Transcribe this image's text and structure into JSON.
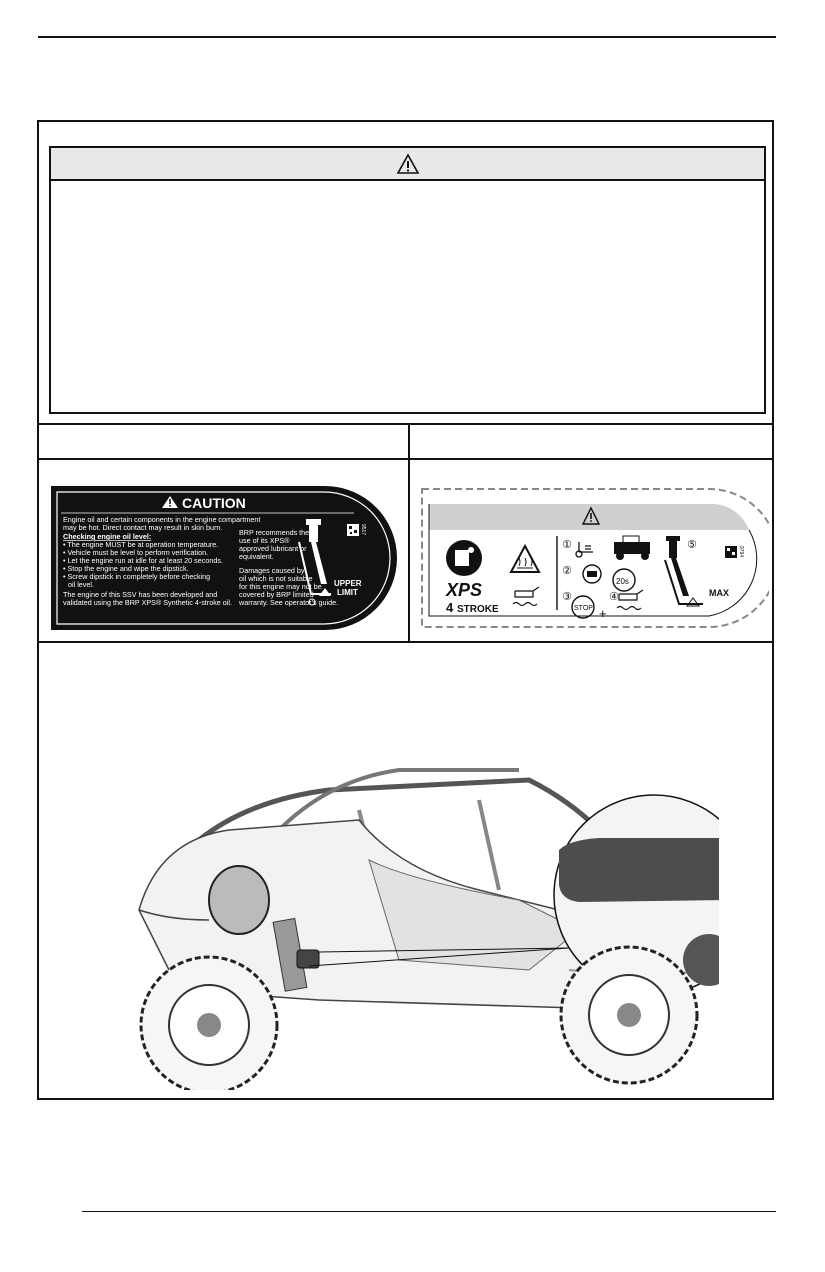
{
  "caution_decal": {
    "title": "CAUTION",
    "intro_1": "Engine oil and certain components in the engine compartment",
    "intro_2": "may be hot. Direct contact may result in skin burn.",
    "checking_heading": "Checking engine oil level:",
    "steps": [
      "• The engine MUST be at operation temperature.",
      "• Vehicle must be level to perform verification.",
      "• Let the engine run at idle for at least 20 seconds.",
      "• Stop the engine and wipe the dipstick.",
      "• Screw dipstick in completely before checking",
      "  oil level."
    ],
    "validation_1": "The engine of this SSV has been developed and",
    "validation_2": "validated using the BRP XPS® Synthetic 4-stroke oil.",
    "recommend": [
      "BRP recommends the",
      "use of its XPS®",
      "approved lubricant or",
      "equivalent."
    ],
    "damages": [
      "Damages caused by",
      "oil which is not suitable",
      "for this engine may not be",
      "covered by BRP limited",
      "warranty. See operator's guide."
    ],
    "upper_limit": [
      "UPPER",
      "LIMIT"
    ],
    "part_number": "9517"
  },
  "pictogram_decal": {
    "brand": "XPS",
    "stroke_num": "4",
    "stroke_word": "STROKE",
    "step_numbers": [
      "①",
      "②",
      "③",
      "④",
      "⑤"
    ],
    "timer": "20s",
    "stop": "STOP",
    "plus": "+",
    "max": "MAX",
    "part_number": "9794"
  },
  "colors": {
    "decal_black": "#111111",
    "gray_band": "#cfcfcf",
    "warning_head": "#e8e8e8"
  }
}
